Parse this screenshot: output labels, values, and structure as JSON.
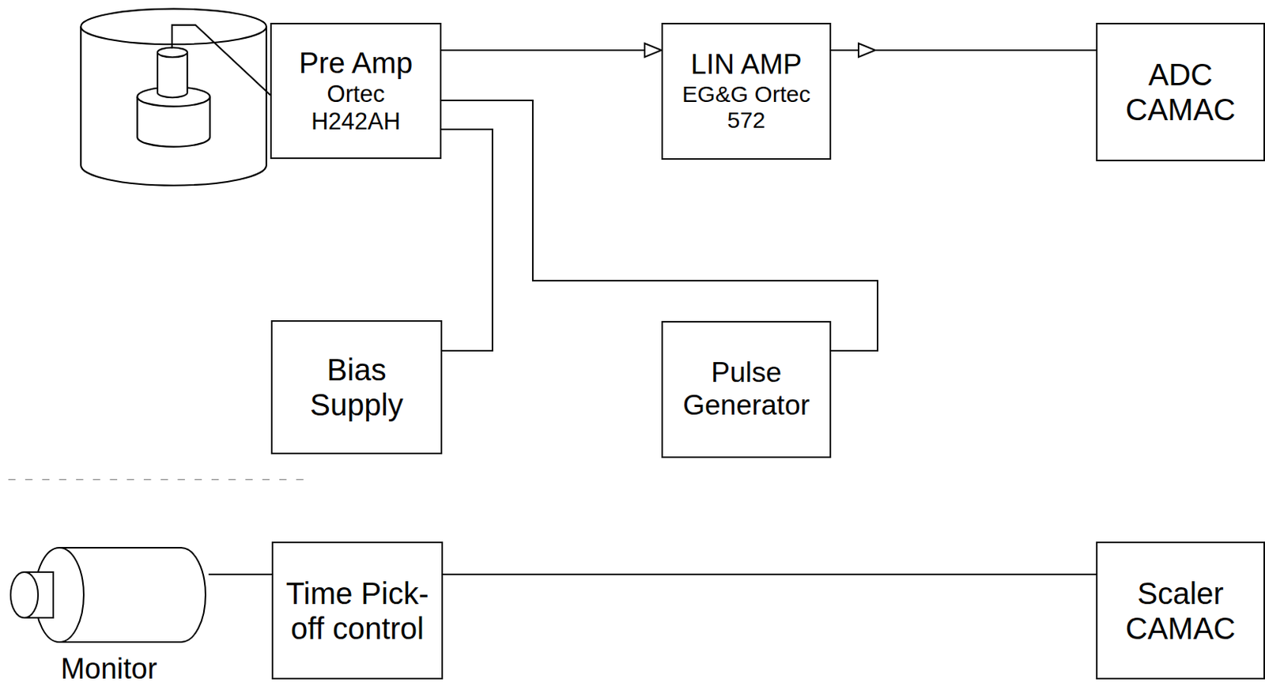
{
  "diagram": {
    "nodes": [
      {
        "text": [
          "Pre Amp",
          "Ortec H242AH"
        ]
      },
      {
        "text": [
          "LIN AMP",
          "EG&G Ortec 572"
        ]
      },
      {
        "text": [
          "ADC CAMAC"
        ]
      },
      {
        "text": [
          "Bias Supply"
        ]
      },
      {
        "text": [
          "Pulse Generator"
        ]
      },
      {
        "text": [
          "Monitor"
        ]
      },
      {
        "text": [
          "Time Pick-off control"
        ]
      },
      {
        "text": [
          "Scaler CAMAC"
        ]
      }
    ],
    "edges": [
      {
        "from": 0,
        "to": 1,
        "arrow": "to"
      },
      {
        "from": 1,
        "to": 2,
        "arrow": "to"
      },
      {
        "from": 3,
        "to": 0,
        "arrow": "none"
      },
      {
        "from": 4,
        "to": 0,
        "arrow": "none"
      },
      {
        "from": 5,
        "to": 6,
        "arrow": "none"
      },
      {
        "from": 6,
        "to": 7,
        "arrow": "none"
      }
    ]
  }
}
